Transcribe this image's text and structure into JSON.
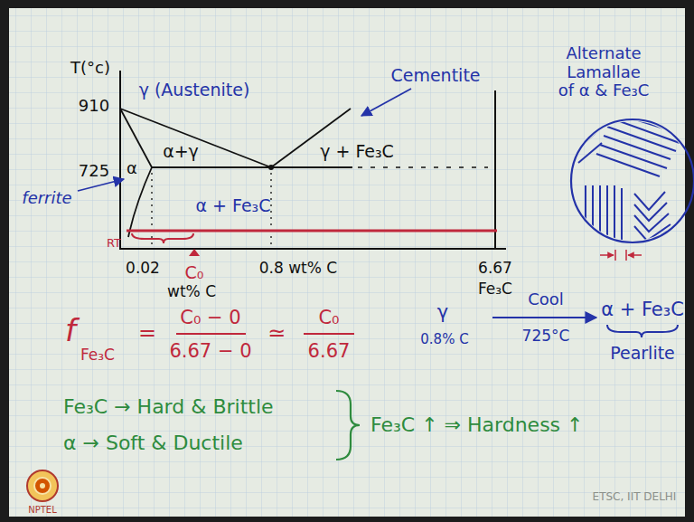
{
  "diagram": {
    "labels": [
      "T(°c)",
      "910",
      "γ (Austenite)",
      "Cementite",
      "Alternate Lamallae of α & Fe₃C",
      "α+γ",
      "γ + Fe₃C",
      "725",
      "α",
      "ferrite",
      "RT",
      "α + Fe₃C",
      "0.02",
      "C₀",
      "wt% C",
      "0.8 wt% C",
      "6.67",
      "Fe₃C",
      "f",
      "Fe₃C",
      "=",
      "C₀ − 0",
      "6.67 − 0",
      "≃",
      "C₀",
      "6.67",
      "γ",
      "0.8% C",
      "Cool",
      "725°C",
      "α + Fe₃C",
      "Pearlite",
      "Fe₃C → Hard & Brittle",
      "α → Soft & Ductile",
      "Fe₃C ↑ ⇒ Hardness ↑",
      "NPTEL",
      "ETSC, IIT DELHI"
    ]
  }
}
